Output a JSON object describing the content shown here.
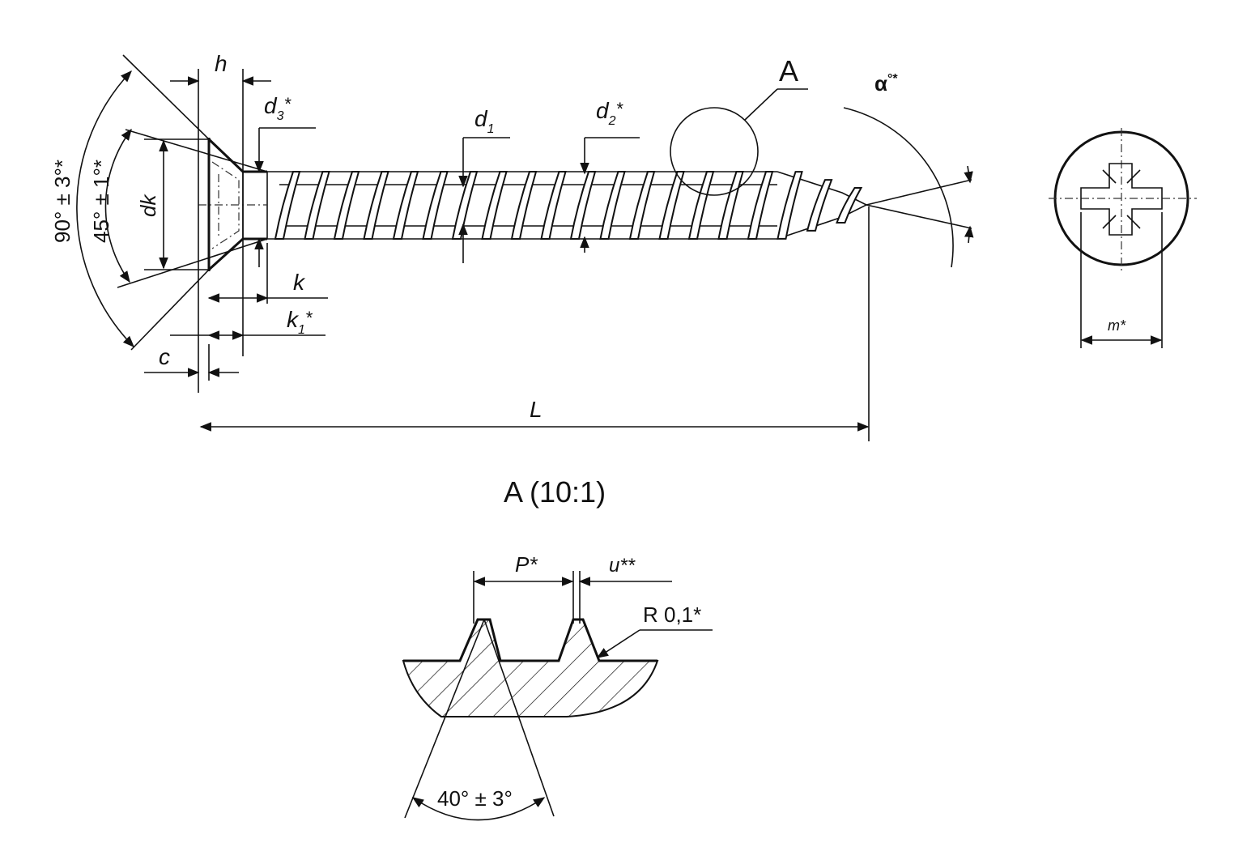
{
  "drawing": {
    "labels": {
      "h": "h",
      "d3": "d",
      "d3_sub": "3",
      "d3_mark": "*",
      "d1": "d",
      "d1_sub": "1",
      "d2": "d",
      "d2_sub": "2",
      "d2_mark": "*",
      "callout_A": "A",
      "alpha": "α",
      "alpha_mark": "°*",
      "angle_90": "90° ± 3°*",
      "angle_45": "45° ± 1°*",
      "dk": "dk",
      "k": "k",
      "k1": "k",
      "k1_sub": "1",
      "k1_mark": "*",
      "c": "c",
      "L": "L",
      "m": "m*"
    },
    "detail": {
      "title": "A (10:1)",
      "P": "P*",
      "u": "u**",
      "R": "R 0,1*",
      "angle_40": "40° ± 3°"
    }
  }
}
